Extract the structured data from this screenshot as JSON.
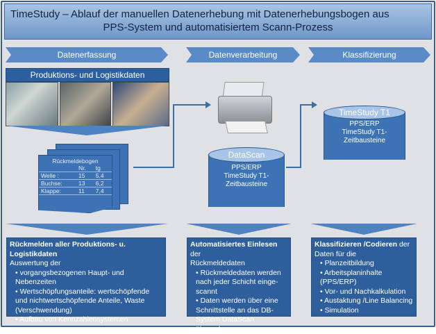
{
  "title": {
    "line1": "TimeStudy – Ablauf der manuellen Datenerhebung mit Datenerhebungsbogen aus",
    "line2": "PPS-System und automatisiertem Scann-Prozess"
  },
  "phases": [
    "Datenerfassung",
    "Datenverarbeitung",
    "Klassifizierung"
  ],
  "capture": {
    "header": "Produktions- und Logistikdaten"
  },
  "form": {
    "title": "Rückmeldebogen",
    "col_nr": "Nr.",
    "col_tg": "tg",
    "rows": [
      {
        "name": "Welle :",
        "nr": "15",
        "tg": "5,4"
      },
      {
        "name": "Buchse:",
        "nr": "13",
        "tg": "6,2"
      },
      {
        "name": "Klappe:",
        "nr": "11",
        "tg": "7,4"
      }
    ]
  },
  "datascan": {
    "name": "DataScan",
    "lines": [
      "PPS/ERP",
      "TimeStudy T1-",
      "Zeitbausteine"
    ]
  },
  "timestudy": {
    "name": "TimeStudy T1",
    "lines": [
      "PPS/ERP",
      "TimeStudy T1-",
      "Zeitbausteine"
    ]
  },
  "boxes": [
    {
      "bold": "Rückmelden aller Produktions- u. Logistikdaten",
      "rest": "",
      "sub": "Auswertung der",
      "items": [
        "vorgangsbezogenen Haupt- und Nebenzeiten",
        "Wertschöpfungsanteile: wertschöpfende und nichtwertschöpfende Anteile,  Waste (Verschwendung)",
        "Aufbau von Kennzahlensystemen"
      ]
    },
    {
      "bold": "Automatisiertes Einlesen",
      "rest": " der",
      "sub": "Rückmeldedaten",
      "items": [
        "Rückmeldedaten werden nach jeder Schicht einge-scannt",
        "Daten werden über eine Schnittstelle an das  DB-System DataScan übergeben"
      ]
    },
    {
      "bold": "Klassifizieren /Codieren",
      "rest": " der",
      "sub": "Daten  für die",
      "items": [
        "Planzeitbildung",
        "Arbeitsplaninhalte (PPS/ERP)",
        "Vor- und Nachkalkulation",
        "Austaktung /Line Balancing",
        "Simulation"
      ]
    }
  ]
}
